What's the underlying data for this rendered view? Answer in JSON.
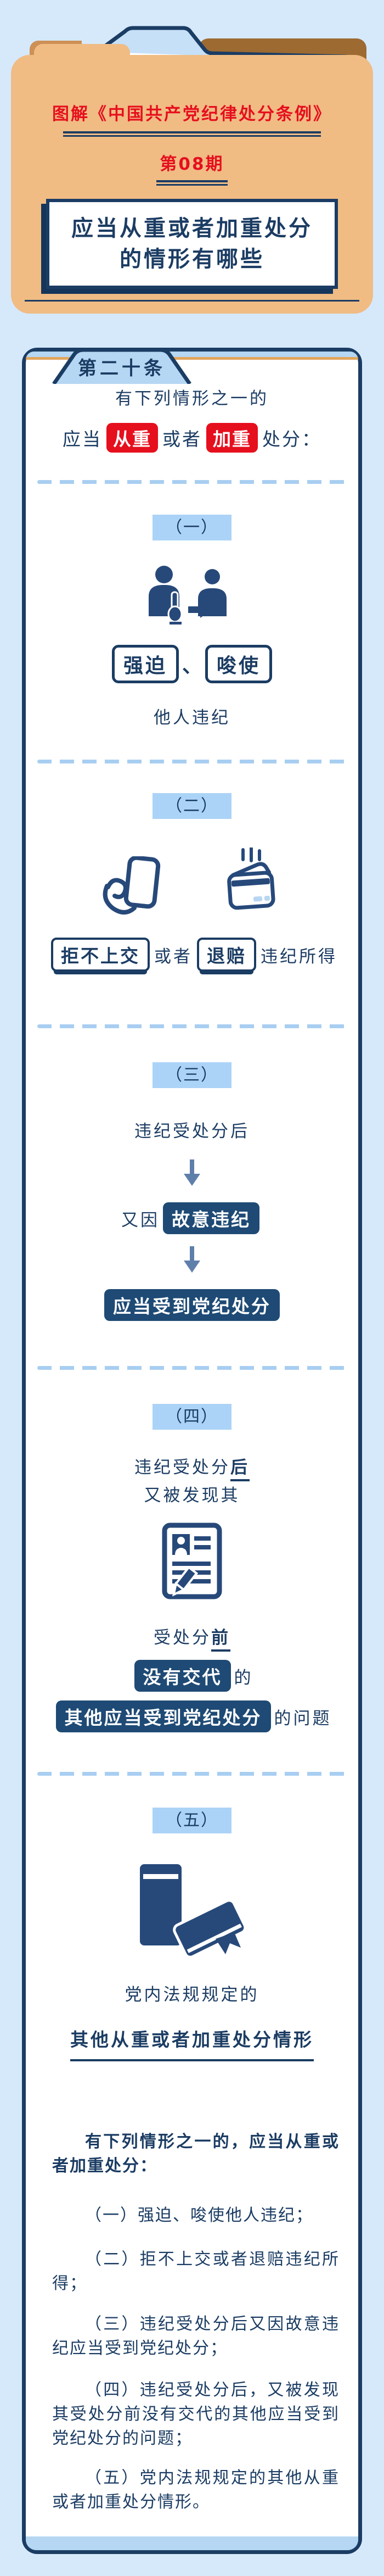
{
  "colors": {
    "page_bg": "#d6e9fb",
    "navy": "#1b3c63",
    "red": "#e60f1e",
    "folder_tan": "#f0bc84",
    "brown_tab": "#9d6a31",
    "tab_blue": "#b5d7f3",
    "label_blue": "#abd3f7",
    "box_navy": "#1e4a75",
    "arrow_blue": "#5f7fab",
    "divider_blue": "#a8cef1",
    "orange_line": "#e2a55c"
  },
  "folder": {
    "series_title": "图解《中国共产党纪律处分条例》",
    "issue_label": "第08期",
    "title_line1": "应当从重或者加重处分",
    "title_line2": "的情形有哪些"
  },
  "article": {
    "tab_label": "第二十条"
  },
  "intro": {
    "line1": "有下列情形之一的",
    "prefix": "应当",
    "badge_heavier": "从重",
    "mid": "或者",
    "badge_aggravated": "加重",
    "suffix": "处分："
  },
  "sections": [
    {
      "label": "（一）",
      "icon": "coerce-instigate-persons-icon",
      "badge1": "强迫",
      "separator": "、",
      "badge2": "唆使",
      "caption": "他人违纪"
    },
    {
      "label": "（二）",
      "icon_left": "hand-over-card-icon",
      "icon_right": "wallet-refund-icon",
      "box1": "拒不上交",
      "mid": "或者",
      "box2": "退赔",
      "suffix": "违纪所得"
    },
    {
      "label": "（三）",
      "line1": "违纪受处分后",
      "prefix": "又因",
      "box1": "故意违纪",
      "box2": "应当受到党纪处分"
    },
    {
      "label": "（四）",
      "line1_pre": "违纪受处分",
      "line1_em": "后",
      "line2": "又被发现其",
      "icon": "record-document-icon",
      "line3_pre": "受处分",
      "line3_em": "前",
      "box1": "没有交代",
      "box1_suffix": "的",
      "box2": "其他应当受到党纪处分",
      "box2_suffix": "的问题"
    },
    {
      "label": "（五）",
      "icon": "party-regulations-books-icon",
      "line1": "党内法规规定的",
      "line2": "其他从重或者加重处分情形"
    }
  ],
  "summary": {
    "intro": "有下列情形之一的，应当从重或者加重处分：",
    "items": [
      "（一）强迫、唆使他人违纪；",
      "（二）拒不上交或者退赔违纪所得；",
      "（三）违纪受处分后又因故意违纪应当受到党纪处分；",
      "（四）违纪受处分后，又被发现其受处分前没有交代的其他应当受到党纪处分的问题；",
      "（五）党内法规规定的其他从重或者加重处分情形。"
    ]
  }
}
